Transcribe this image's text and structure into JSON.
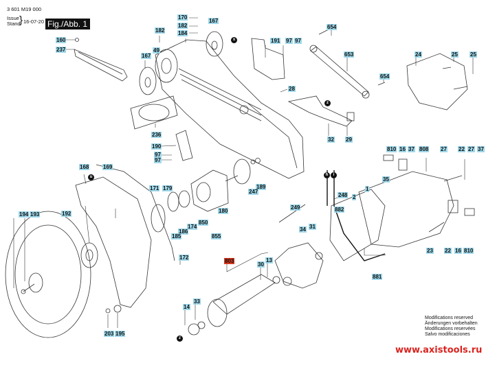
{
  "header": {
    "part_number": "3 601 M19 000",
    "issue_label_en": "Issue",
    "issue_label_de": "Stand",
    "issue_date": "16-07-20",
    "figure_label": "Fig./Abb. 1"
  },
  "callouts": {
    "c170": "170",
    "c182a": "182",
    "c184": "184",
    "c167a": "167",
    "c182b": "182",
    "c160": "160",
    "c237": "237",
    "c49": "49",
    "c167b": "167",
    "c191": "191",
    "c97a": "97",
    "c97b": "97",
    "c654a": "654",
    "c653": "653",
    "c654b": "654",
    "c24": "24",
    "c25a": "25",
    "c25b": "25",
    "c28": "28",
    "c32": "32",
    "c29": "29",
    "c236": "236",
    "c190": "190",
    "c97c": "97",
    "c97d": "97",
    "c168": "168",
    "c169": "169",
    "c171": "171",
    "c179": "179",
    "c189": "189",
    "c247": "247",
    "c180": "180",
    "c850": "850",
    "c174": "174",
    "c186": "186",
    "c185": "185",
    "c855": "855",
    "c192": "192",
    "c194": "194",
    "c193": "193",
    "c172": "172",
    "c803": "803",
    "c13": "13",
    "c30": "30",
    "c33": "33",
    "c14": "14",
    "c203": "203",
    "c195": "195",
    "c810a": "810",
    "c16a": "16",
    "c37a": "37",
    "c808": "808",
    "c27a": "27",
    "c22a": "22",
    "c27b": "27",
    "c37b": "37",
    "c35": "35",
    "c1": "1",
    "c2": "2",
    "c248": "248",
    "c249": "249",
    "c882": "882",
    "c34": "34",
    "c31": "31",
    "c23": "23",
    "c22b": "22",
    "c16b": "16",
    "c810b": "810",
    "c881": "881"
  },
  "markers": {
    "x": "x",
    "z1": "z",
    "u": "u",
    "h": "h",
    "i": "i",
    "z2": "z"
  },
  "footer": {
    "modifications": [
      "Modifications reserved",
      "Änderungen vorbehalten",
      "Modifications reservées",
      "Salvo modificaciones"
    ],
    "website": "www.axistools.ru"
  },
  "colors": {
    "callout_bg": "#9fd8ea",
    "highlight_bg": "#d9381e",
    "website": "#d9231f"
  }
}
